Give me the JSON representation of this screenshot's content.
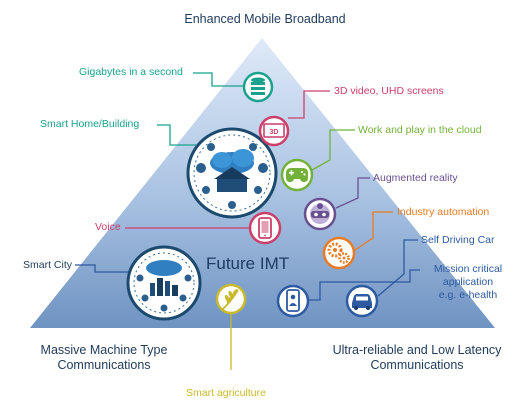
{
  "corners": {
    "top": "Enhanced Mobile Broadband",
    "bottom_left_line1": "Massive Machine Type",
    "bottom_left_line2": "Communications",
    "bottom_right_line1": "Ultra-reliable and Low Latency",
    "bottom_right_line2": "Communications"
  },
  "center_title": "Future IMT",
  "labels": {
    "gigabytes": "Gigabytes in a second",
    "video": "3D video, UHD screens",
    "smarthome": "Smart Home/Building",
    "cloud": "Work and play in the cloud",
    "ar": "Augmented reality",
    "industry": "Industry automation",
    "voice": "Voice",
    "selfdriving": "Self Driving Car",
    "smartcity": "Smart City",
    "missioncritical_line1": "Mission critical",
    "missioncritical_line2": "application",
    "missioncritical_line3": "e.g. e-health",
    "agriculture": "Smart agriculture"
  },
  "icons": {
    "gigabytes": "database-icon",
    "video": "3d-tv-icon",
    "cloud": "gamepad-icon",
    "ar": "vr-headset-icon",
    "industry": "gears-icon",
    "voice": "smartphone-icon",
    "selfdriving": "car-icon",
    "missioncritical": "phone-person-icon",
    "agriculture": "wheat-icon",
    "smarthome": "smart-home-cluster-icon",
    "smartcity": "smart-city-cluster-icon"
  },
  "colors": {
    "triangle_top": "#d7e6f7",
    "triangle_bottom": "#6f93c2",
    "teal": "#1aa28f",
    "pink": "#cc3f6a",
    "blue": "#2d5aa0",
    "green": "#72b23a",
    "purple": "#69508f",
    "orange": "#ea7b23",
    "yellow": "#c9b92c",
    "navy": "#1f3a5a"
  }
}
